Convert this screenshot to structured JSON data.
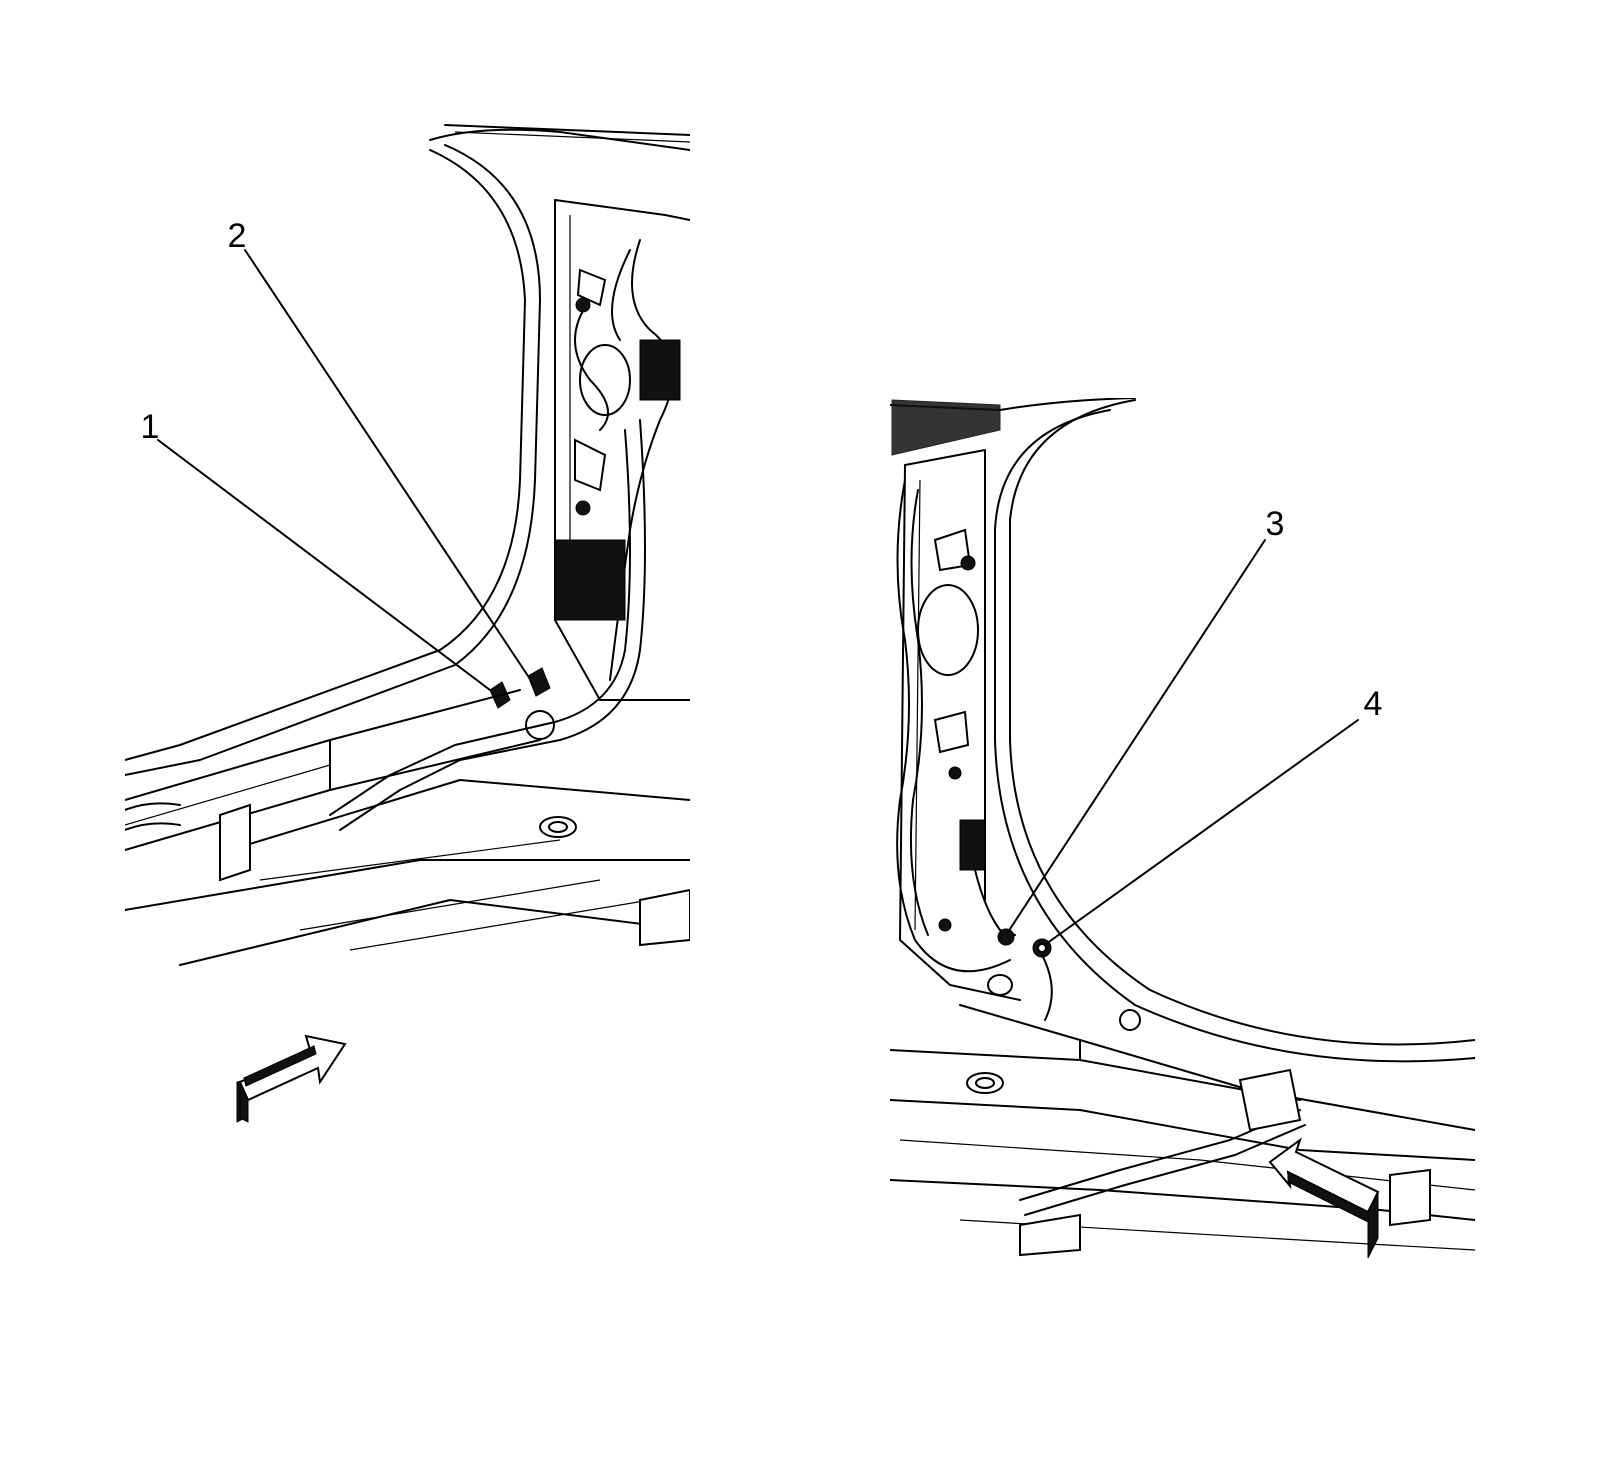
{
  "callouts": [
    {
      "id": "1",
      "label": "1"
    },
    {
      "id": "2",
      "label": "2"
    },
    {
      "id": "3",
      "label": "3"
    },
    {
      "id": "4",
      "label": "4"
    }
  ],
  "views": [
    {
      "name": "left-view",
      "direction_arrow": "pointing-up-right"
    },
    {
      "name": "right-view",
      "direction_arrow": "pointing-up-left"
    }
  ],
  "colors": {
    "line": "#000000",
    "background": "#ffffff"
  }
}
